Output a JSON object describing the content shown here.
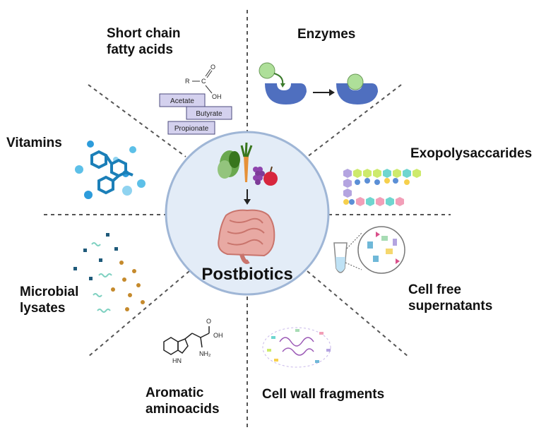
{
  "diagram": {
    "center_label": "Postbiotics",
    "categories": {
      "scfa": [
        "Short chain",
        "fatty acids"
      ],
      "enzymes": [
        "Enzymes"
      ],
      "vitamins": [
        "Vitamins"
      ],
      "exopolysaccharides": [
        "Exopolysaccarides"
      ],
      "microbial_lysates": [
        "Microbial",
        "lysates"
      ],
      "cell_free_supernatants": [
        "Cell free",
        "supernatants"
      ],
      "aromatic_aminoacids": [
        "Aromatic",
        "aminoacids"
      ],
      "cell_wall_fragments": [
        "Cell wall fragments"
      ]
    },
    "scfa_examples": [
      "Acetate",
      "Butyrate",
      "Propionate"
    ],
    "carboxylic_acid_formula": {
      "r": "R",
      "c": "C",
      "o": "O",
      "oh": "OH"
    },
    "tryptophan_formula": {
      "hn": "HN",
      "oh": "OH",
      "o": "O",
      "nh2": "NH₂"
    },
    "colors": {
      "circle_fill": "#e3ecf7",
      "circle_stroke": "#9fb6d6",
      "divider": "#555555",
      "enzyme": "#4f6fbf",
      "substrate": "#aedf99"
    }
  }
}
